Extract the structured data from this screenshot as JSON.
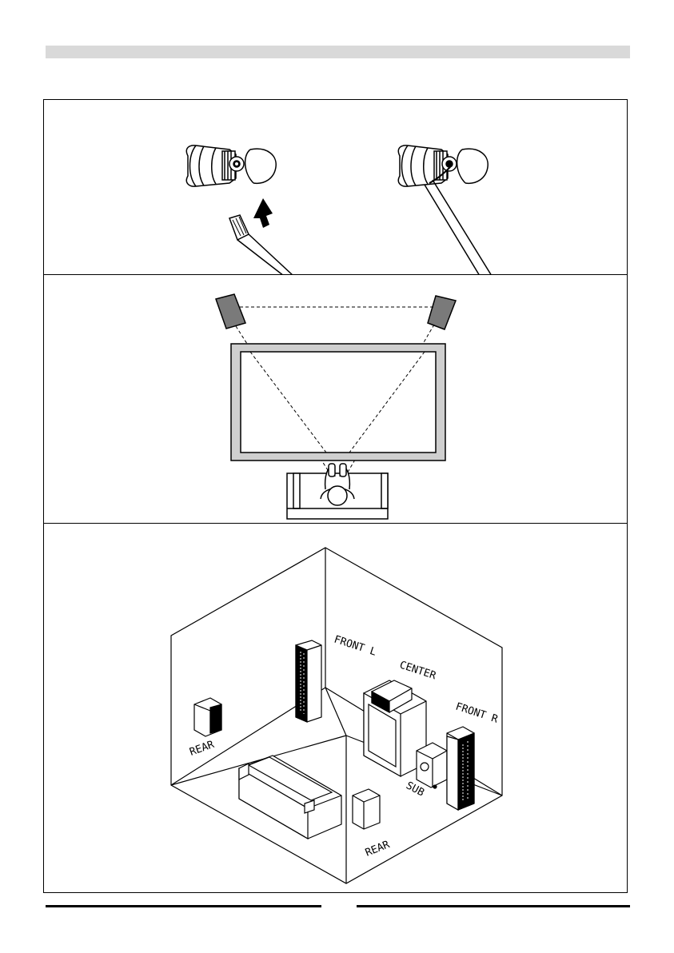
{
  "labels": {
    "front_l": "FRONT L",
    "center": "CENTER",
    "front_r": "FRONT R",
    "rear_left": "REAR",
    "sub": "SUB",
    "rear_front": "REAR"
  }
}
